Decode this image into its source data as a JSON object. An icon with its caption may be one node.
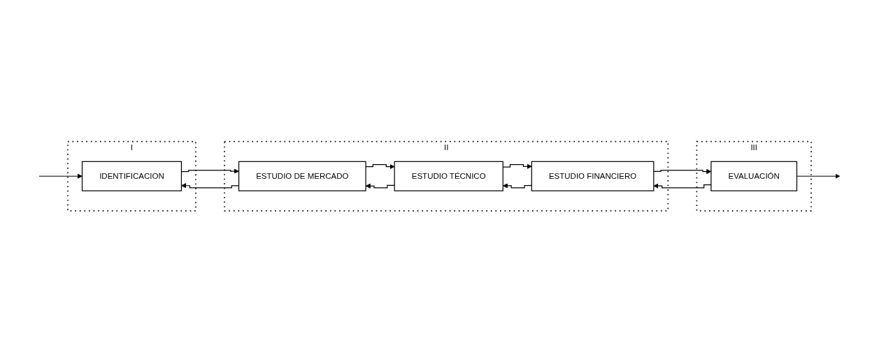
{
  "diagram": {
    "nodes": [
      {
        "text": [
          "I"
        ]
      },
      {
        "text": [
          "IDENTIFICACION"
        ],
        "in": 0
      },
      {
        "text": [
          "II"
        ]
      },
      {
        "text": [
          "ESTUDIO DE MERCADO"
        ],
        "in": 2
      },
      {
        "text": [
          "ESTUDIO TÉCNICO"
        ],
        "in": 2
      },
      {
        "text": [
          "ESTUDIO FINANCIERO"
        ],
        "in": 2
      },
      {
        "text": [
          "III"
        ]
      },
      {
        "text": [
          "EVALUACIÓN"
        ],
        "in": 6
      }
    ],
    "edges": [
      {
        "from": null,
        "to": 1,
        "arrow": "to"
      },
      {
        "from": 1,
        "to": 3,
        "arrow": "to"
      },
      {
        "from": 3,
        "to": 4,
        "arrow": "to"
      },
      {
        "from": 4,
        "to": 5,
        "arrow": "to"
      },
      {
        "from": 5,
        "to": 7,
        "arrow": "to"
      },
      {
        "from": 7,
        "to": null,
        "arrow": "to"
      },
      {
        "from": 4,
        "to": 3,
        "arrow": "to"
      },
      {
        "from": 3,
        "to": 1,
        "arrow": "to"
      },
      {
        "from": 5,
        "to": 4,
        "arrow": "to"
      },
      {
        "from": 7,
        "to": 5,
        "arrow": "to"
      }
    ]
  }
}
